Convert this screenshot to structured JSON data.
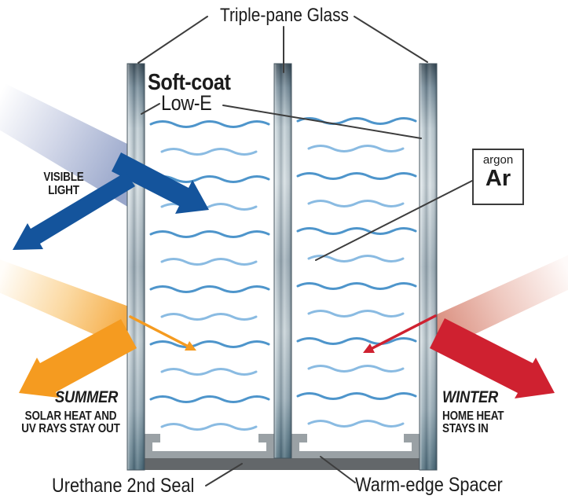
{
  "diagram": {
    "title": "Triple-pane Glass",
    "coating": {
      "name": "Soft-coat",
      "type": "Low-E"
    },
    "gas_fill": {
      "name": "argon",
      "symbol": "Ar"
    },
    "left_side": {
      "visible_light": [
        "VISIBLE",
        "LIGHT"
      ],
      "summer_title": "SUMMER",
      "summer_lines": [
        "SOLAR HEAT AND",
        "UV RAYS STAY OUT"
      ]
    },
    "right_side": {
      "winter_title": "WINTER",
      "winter_lines": [
        "HOME HEAT",
        "STAYS IN"
      ]
    },
    "bottom": {
      "seal_label": "Urethane 2nd Seal",
      "spacer_label": "Warm-edge Spacer"
    },
    "colors": {
      "visible_light_blue": "#14549c",
      "summer_orange": "#f59b20",
      "winter_red": "#cf2130",
      "wave_blue": "#4e95cb",
      "wave_blue_light": "#8abbe2",
      "glass_steel": "#8fa5b1",
      "spacer_gray": "#9aa1a5",
      "seal_gray": "#63676a"
    }
  }
}
